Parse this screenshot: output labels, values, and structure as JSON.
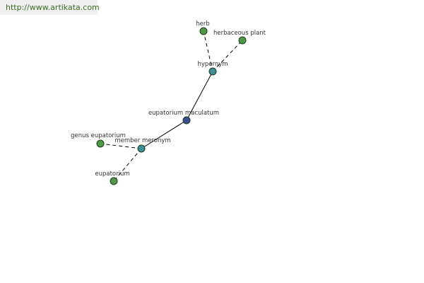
{
  "watermark": {
    "text": "http://www.artikata.com"
  },
  "colors": {
    "root": "#3b4f8f",
    "relation": "#3f8f95",
    "leaf": "#4f9a45",
    "stroke": "#1f3a1f",
    "edge": "#000000"
  },
  "nodes": [
    {
      "id": "root",
      "label": "eupatorium maculatum",
      "kind": "root"
    },
    {
      "id": "hypernym",
      "label": "hypernym",
      "kind": "relation"
    },
    {
      "id": "member-meronym",
      "label": "member meronym",
      "kind": "relation"
    },
    {
      "id": "herb",
      "label": "herb",
      "kind": "leaf"
    },
    {
      "id": "herbaceous-plant",
      "label": "herbaceous plant",
      "kind": "leaf"
    },
    {
      "id": "genus-eupatorium",
      "label": "genus eupatorium",
      "kind": "leaf"
    },
    {
      "id": "eupatorium",
      "label": "eupatorium",
      "kind": "leaf"
    }
  ],
  "edges": [
    {
      "from": "root",
      "to": "hypernym",
      "style": "solid"
    },
    {
      "from": "root",
      "to": "member-meronym",
      "style": "solid"
    },
    {
      "from": "hypernym",
      "to": "herb",
      "style": "dashed"
    },
    {
      "from": "hypernym",
      "to": "herbaceous-plant",
      "style": "dashed"
    },
    {
      "from": "member-meronym",
      "to": "genus-eupatorium",
      "style": "dashed"
    },
    {
      "from": "member-meronym",
      "to": "eupatorium",
      "style": "dashed"
    }
  ]
}
